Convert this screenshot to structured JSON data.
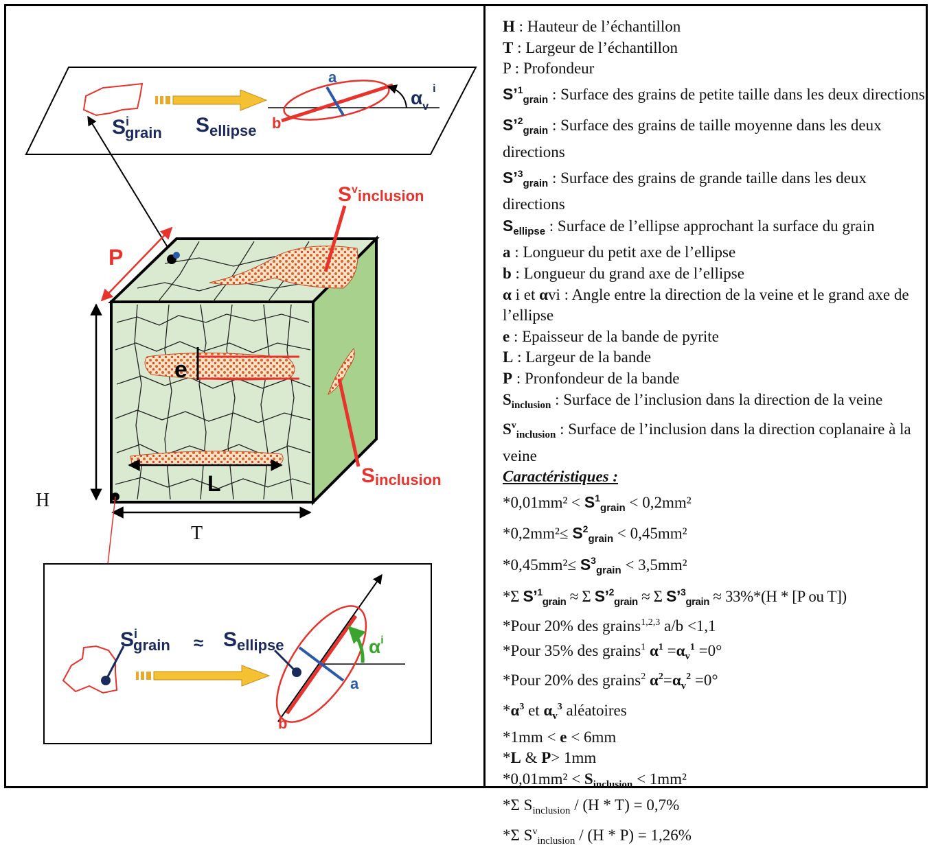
{
  "diagram": {
    "top_plane": {
      "s_grain_main": "S",
      "s_grain_sup": "i",
      "s_grain_sub": "grain",
      "s_ellipse_main": "S",
      "s_ellipse_sub": "ellipse",
      "label_a": "a",
      "label_b": "b",
      "alpha_main": "α",
      "alpha_sub": "v",
      "alpha_sup": "i"
    },
    "cube": {
      "label_P": "P",
      "label_H": "H",
      "label_T": "T",
      "label_e": "e",
      "label_L": "L",
      "s_v_inclusion_main": "S",
      "s_v_inclusion_sup": "v",
      "s_v_inclusion_sub": "inclusion",
      "s_inclusion_main": "S",
      "s_inclusion_sub": "inclusion"
    },
    "bottom_box": {
      "s_grain_main": "S",
      "s_grain_sup": "i",
      "s_grain_sub": "grain",
      "approx": "≈",
      "s_ellipse_main": "S",
      "s_ellipse_sub": "ellipse",
      "label_a": "a",
      "label_b": "b",
      "alpha_main": "α",
      "alpha_sup": "i"
    },
    "colors": {
      "red": "#e8332d",
      "green": "#a9d18e",
      "yellow": "#f3c132",
      "blue": "#2b5aa8",
      "navy": "#1b2a5c"
    }
  },
  "legend": {
    "H": {
      "key": "H",
      "text": " : Hauteur de l’échantillon"
    },
    "T": {
      "key": "T",
      "text": " : Largeur de l’échantillon"
    },
    "P": {
      "key": "P",
      "text": " : Profondeur"
    },
    "S1": {
      "main": "S’",
      "sup": "1",
      "sub": "grain",
      "text": " : Surface des grains de petite taille dans les deux directions"
    },
    "S2": {
      "main": "S’",
      "sup": "2",
      "sub": "grain",
      "text": " : Surface des grains de taille moyenne dans les deux directions"
    },
    "S3": {
      "main": "S’",
      "sup": "3",
      "sub": "grain",
      "text": " : Surface des grains de grande taille dans les deux directions"
    },
    "Sellipse": {
      "main": "S",
      "sub": "ellipse",
      "text": " : Surface de l’ellipse approchant la surface du grain"
    },
    "a": {
      "key": "a",
      "text": " : Longueur du petit axe de l’ellipse"
    },
    "b": {
      "key": "b",
      "text": " : Longueur du grand axe de l’ellipse"
    },
    "alpha": {
      "k1": "α",
      "t1": " i et ",
      "k2": "α",
      "t2": "vi : Angle entre la direction de la veine et le grand axe de l’ellipse"
    },
    "e": {
      "key": "e",
      "text": " : Epaisseur de la bande de pyrite"
    },
    "L": {
      "key": "L",
      "text": " : Largeur de la bande"
    },
    "Pb": {
      "key": "P",
      "text": " : Pronfondeur de la bande"
    },
    "Sinc": {
      "main": "S",
      "sub": "inclusion",
      "text": " : Surface de l’inclusion dans la direction de la veine"
    },
    "Svinc": {
      "main": "S",
      "sup": "v",
      "sub": "inclusion",
      "text": " : Surface de l’inclusion dans la direction coplanaire à la veine"
    },
    "heading": "Caractéristiques :",
    "c1": {
      "a": "*0,01mm² < ",
      "m": "S",
      "sup": "1",
      "sub": "grain",
      "b": " < 0,2mm²"
    },
    "c2": {
      "a": "*0,2mm²≤ ",
      "m": "S",
      "sup": "2",
      "sub": "grain",
      "b": " < 0,45mm²"
    },
    "c3": {
      "a": "*0,45mm²≤ ",
      "m": "S",
      "sup": "3",
      "sub": "grain",
      "b": " < 3,5mm²"
    },
    "c4": {
      "a": "*Σ ",
      "m1": "S’",
      "sup1": "1",
      "sub1": "grain",
      "b": " ≈ Σ ",
      "m2": "S’",
      "sup2": "2",
      "sub2": "grain",
      "c": " ≈ Σ ",
      "m3": "S’",
      "sup3": "3",
      "sub3": "grain",
      "d": " ≈ 33%*(H * [P ou T])"
    },
    "c5": {
      "a": "*Pour 20% des grains",
      "sup": "1,2,3",
      "b": " a/b <1,1"
    },
    "c6": {
      "a": "*Pour 35% des grains",
      "sup": "1",
      "m1": "α",
      "sup1": "1",
      "b": " =",
      "m2": "α",
      "sub2": "v",
      "sup2": "1",
      "c": " =0°"
    },
    "c7": {
      "a": "*Pour 20% des grains",
      "sup": "2",
      "m1": "α",
      "sup1": "2",
      "b": "=",
      "m2": "α",
      "sub2": "v",
      "sup2": "2",
      "c": " =0°"
    },
    "c8": {
      "a": "*",
      "m1": "α",
      "sup1": "3",
      "b": " et ",
      "m2": "α",
      "sub2": "v",
      "sup2": "3",
      "c": " aléatoires"
    },
    "c9": {
      "a": "*1mm < ",
      "m": "e",
      "b": " < 6mm"
    },
    "c10": {
      "a": "*",
      "m": "L",
      "b": " & ",
      "m2": "P",
      "c": "> 1mm"
    },
    "c11": {
      "a": "*0,01mm² < ",
      "m": "S",
      "sub": "inclusion",
      "b": " < 1mm²"
    },
    "c12": {
      "a": "*Σ S",
      "sub": "inclusion",
      "b": " / (H * T) = 0,7%"
    },
    "c13": {
      "a": "*Σ S",
      "sup": "v",
      "sub": "inclusion",
      "b": " / (H * P) = 1,26%"
    }
  }
}
